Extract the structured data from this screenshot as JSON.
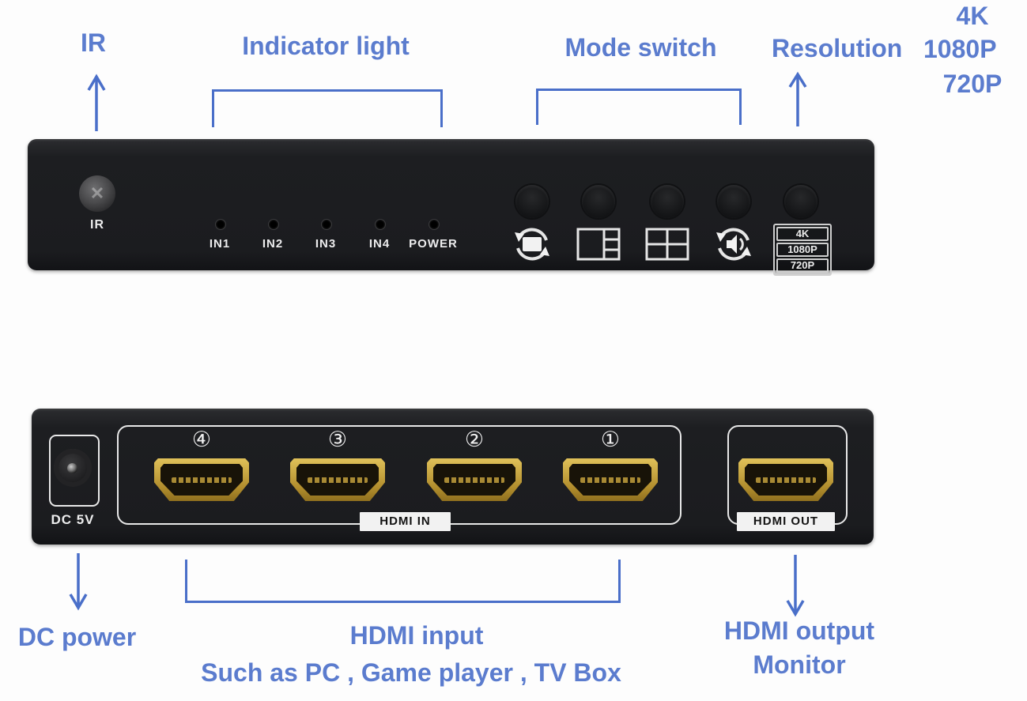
{
  "colors": {
    "annotation_text": "#5b7cce",
    "annotation_line": "#4a6fc9",
    "panel_body": "#1f2023",
    "hdmi_gold": "#c7a13b",
    "outline_white": "#e8e8e8"
  },
  "annotations": {
    "ir_label": "IR",
    "indicator_light": "Indicator light",
    "mode_switch": "Mode switch",
    "resolution": "Resolution",
    "res_stack": [
      "4K",
      "1080P",
      "720P"
    ],
    "dc_power": "DC power",
    "hdmi_input": "HDMI input",
    "hdmi_input_examples": "Such as PC , Game player , TV Box",
    "hdmi_output": "HDMI output",
    "monitor": "Monitor"
  },
  "front_panel": {
    "ir_receiver_label": "IR",
    "leds": [
      {
        "label": "IN1"
      },
      {
        "label": "IN2"
      },
      {
        "label": "IN3"
      },
      {
        "label": "IN4"
      },
      {
        "label": "POWER"
      }
    ],
    "buttons": [
      {
        "icon": "cycle-screen"
      },
      {
        "icon": "pip-layout"
      },
      {
        "icon": "quad-grid"
      },
      {
        "icon": "cycle-audio"
      },
      {
        "icon": "resolution-badge"
      }
    ],
    "resolution_badge": [
      "4K",
      "1080P",
      "720P"
    ]
  },
  "rear_panel": {
    "dc_label": "DC 5V",
    "hdmi_in_label": "HDMI IN",
    "hdmi_out_label": "HDMI OUT",
    "input_port_numbers": [
      "④",
      "③",
      "②",
      "①"
    ]
  }
}
